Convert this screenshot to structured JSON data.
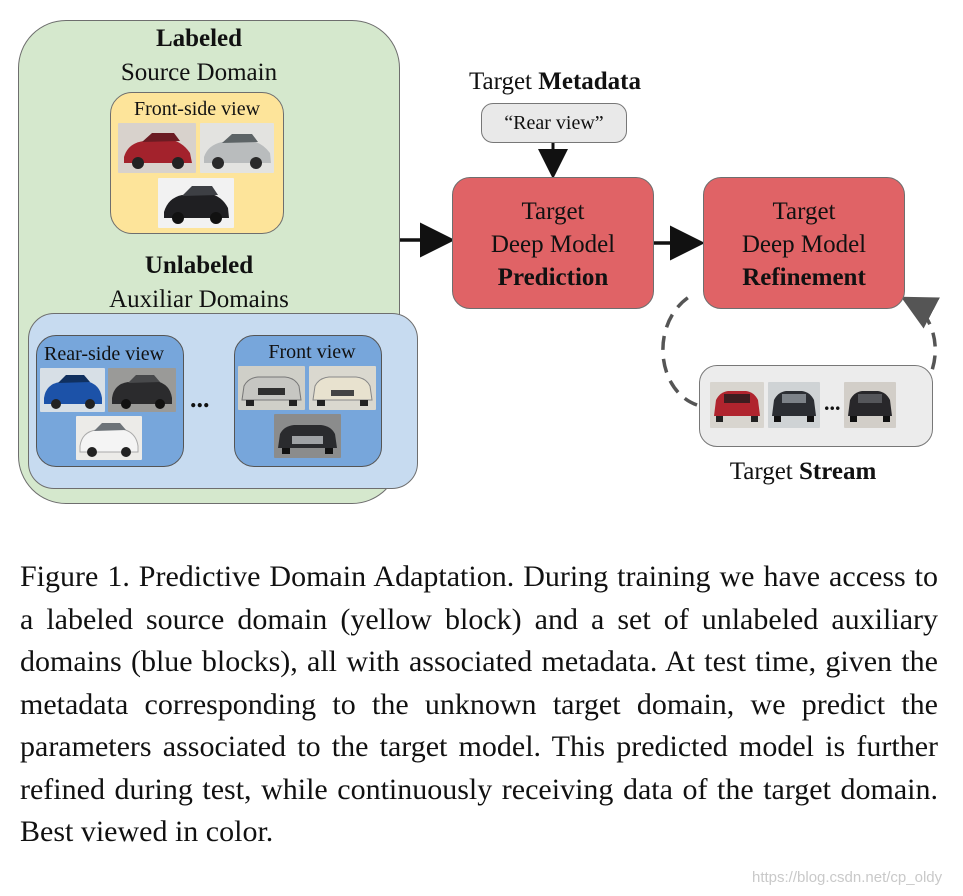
{
  "source": {
    "title_bold": "Labeled",
    "title_sub": "Source Domain",
    "view_label": "Front-side view"
  },
  "auxiliar": {
    "title_bold": "Unlabeled",
    "title_sub": "Auxiliar Domains",
    "left_view_label": "Rear-side view",
    "right_view_label": "Front view",
    "ellipsis": "..."
  },
  "metadata": {
    "title_regular": "Target ",
    "title_bold": "Metadata",
    "value": "“Rear view”"
  },
  "prediction": {
    "line1": "Target",
    "line2": "Deep Model",
    "line3": "Prediction"
  },
  "refinement": {
    "line1": "Target",
    "line2": "Deep Model",
    "line3": "Refinement"
  },
  "stream": {
    "title_regular": "Target ",
    "title_bold": "Stream",
    "ellipsis": "..."
  },
  "caption": "Figure 1. Predictive Domain Adaptation. During training we have access to a labeled source domain (yellow block) and a set of unlabeled auxiliary domains (blue blocks), all with associated metadata.  At test time, given the metadata corresponding to the unknown target domain, we predict the parameters associated to the target model.  This predicted model is further refined during test, while continuously receiving data of the target domain.  Best viewed in color.",
  "watermark": "https://blog.csdn.net/cp_oldy",
  "colors": {
    "source_panel": "#d5e8cd",
    "source_view": "#fde49a",
    "auxiliar_panel": "#c7dbf0",
    "auxiliar_view": "#77a6db",
    "model_box": "#e06366"
  }
}
